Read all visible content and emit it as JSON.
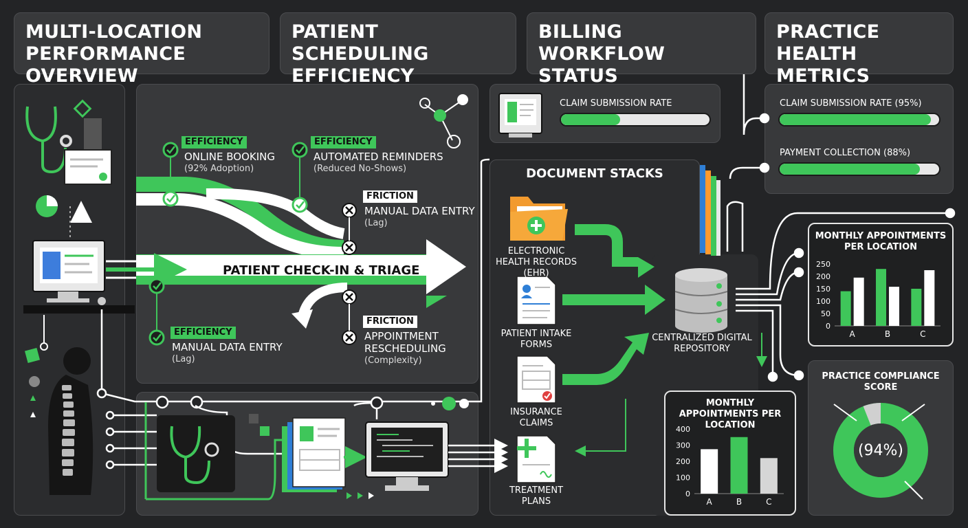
{
  "headers": [
    {
      "title": "MULTI-LOCATION PERFORMANCE OVERVIEW"
    },
    {
      "title": "PATIENT SCHEDULING EFFICIENCY"
    },
    {
      "title": "BILLING WORKFLOW STATUS"
    },
    {
      "title": "PRACTICE HEALTH METRICS"
    }
  ],
  "scheduling": {
    "main_flow": "PATIENT CHECK-IN & TRIAGE",
    "eff_tag": "EFFICIENCY",
    "fric_tag": "FRICTION",
    "online_booking": {
      "title": "ONLINE BOOKING",
      "sub": "(92% Adoption)"
    },
    "reminders": {
      "title": "AUTOMATED REMINDERS",
      "sub": "(Reduced No-Shows)"
    },
    "manual_entry_friction": {
      "title": "MANUAL DATA ENTRY",
      "sub": "(Lag)"
    },
    "manual_entry_eff": {
      "title": "MANUAL DATA ENTRY",
      "sub": "(Lag)"
    },
    "rescheduling": {
      "title": "APPOINTMENT RESCHEDULING",
      "sub": "(Complexity)"
    }
  },
  "billing": {
    "claim_label": "CLAIM SUBMISSION RATE",
    "claim_progress": 0.4,
    "doc_title": "DOCUMENT STACKS",
    "docs": [
      "ELECTRONIC HEALTH RECORDS (EHR)",
      "PATIENT INTAKE FORMS",
      "INSURANCE CLAIMS",
      "TREATMENT PLANS"
    ],
    "repository": "CENTRALIZED DIGITAL REPOSITORY"
  },
  "health": {
    "claim_label": "CLAIM SUBMISSION RATE (95%)",
    "claim_value": 0.95,
    "payment_label": "PAYMENT COLLECTION (88%)",
    "payment_value": 0.88,
    "compliance_title": "PRACTICE COMPLIANCE SCORE",
    "compliance_value": "(94%)",
    "compliance_fraction": 0.94
  },
  "chart_data": [
    {
      "type": "bar",
      "title": "MONTHLY APPOINTMENTS PER LOCATION",
      "categories": [
        "A",
        "B",
        "C"
      ],
      "series": [
        {
          "color": "#3fc65a",
          "values": [
            140,
            230,
            150
          ]
        },
        {
          "color": "#ffffff",
          "values": [
            195,
            158,
            225
          ]
        }
      ],
      "yticks": [
        "250",
        "200",
        "150",
        "100",
        "50",
        "0"
      ],
      "ylim": [
        0,
        250
      ]
    },
    {
      "type": "bar",
      "title": "MONTHLY APPOINTMENTS PER LOCATION",
      "categories": [
        "A",
        "B",
        "C"
      ],
      "values": [
        275,
        350,
        220
      ],
      "colors": [
        "#ffffff",
        "#3fc65a",
        "#d6d6d6"
      ],
      "yticks": [
        "400",
        "300",
        "200",
        "100",
        "0"
      ],
      "ylim": [
        0,
        400
      ]
    }
  ],
  "colors": {
    "accent": "#3fc65a",
    "panel": "#38393b",
    "background": "#232426"
  }
}
